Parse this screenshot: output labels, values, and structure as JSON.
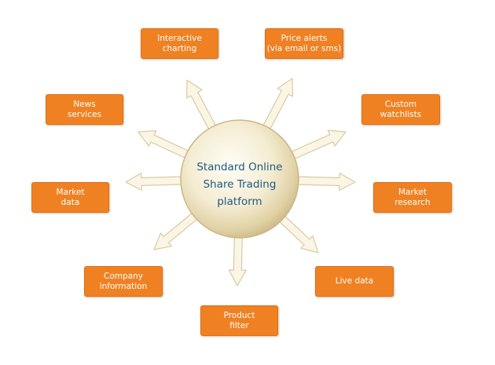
{
  "hub": {
    "lines": [
      "Standard Online",
      "Share Trading",
      "platform"
    ]
  },
  "nodes": {
    "interactive_charting": [
      "Interactive",
      "charting"
    ],
    "price_alerts": [
      "Price alerts",
      "(via email or sms)"
    ],
    "news_services": [
      "News",
      "services"
    ],
    "custom_watchlists": [
      "Custom",
      "watchlists"
    ],
    "market_data": [
      "Market",
      "data"
    ],
    "market_research": [
      "Market",
      "research"
    ],
    "company_information": [
      "Company",
      "information"
    ],
    "live_data": [
      "Live data"
    ],
    "product_filter": [
      "Product",
      "filter"
    ]
  },
  "colors": {
    "node_fill": "#f08123",
    "node_text": "#ffffff",
    "hub_text": "#1e5a83",
    "arrow_fill": "#faf5e4",
    "arrow_stroke": "#d7cca4"
  }
}
